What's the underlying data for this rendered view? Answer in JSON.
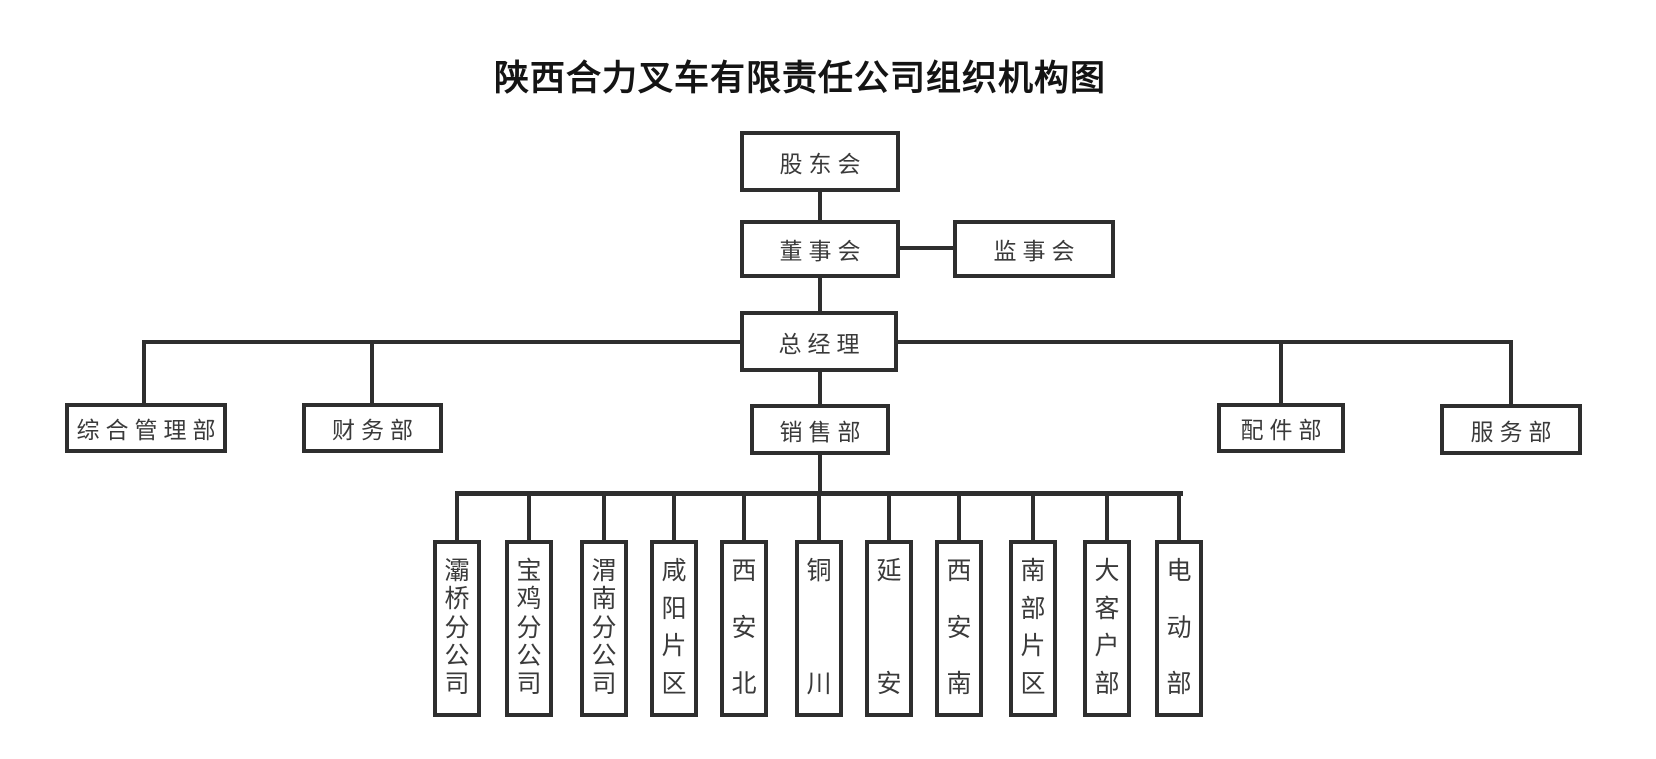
{
  "title": "陕西合力叉车有限责任公司组织机构图",
  "nodes": {
    "shareholders": "股东会",
    "board": "董事会",
    "supervisors": "监事会",
    "general_manager": "总经理",
    "admin_dept": "综合管理部",
    "finance_dept": "财务部",
    "sales_dept": "销售部",
    "parts_dept": "配件部",
    "service_dept": "服务部"
  },
  "branches": [
    "灞桥分公司",
    "宝鸡分公司",
    "渭南分公司",
    "咸阳片区",
    "西安北",
    "铜川",
    "延安",
    "西安南",
    "南部片区",
    "大客户部",
    "电动部"
  ],
  "colors": {
    "line": "#2e2e2e",
    "text": "#3a3a3a",
    "title": "#141414"
  }
}
